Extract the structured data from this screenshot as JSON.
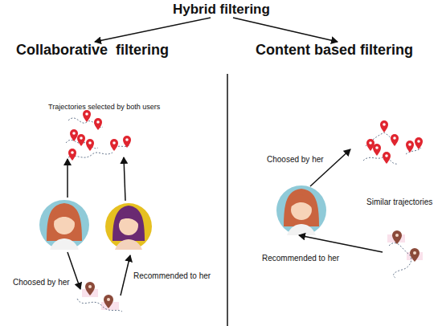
{
  "diagram": {
    "title": "Hybrid filtering",
    "labels": [
      "Collaborative  filtering",
      "Content based filtering",
      "Trajectories selected by both users",
      "Choosed by her",
      "Recommended to her",
      "Choosed by her",
      "Similar trajectories",
      "Recommended to her"
    ]
  }
}
